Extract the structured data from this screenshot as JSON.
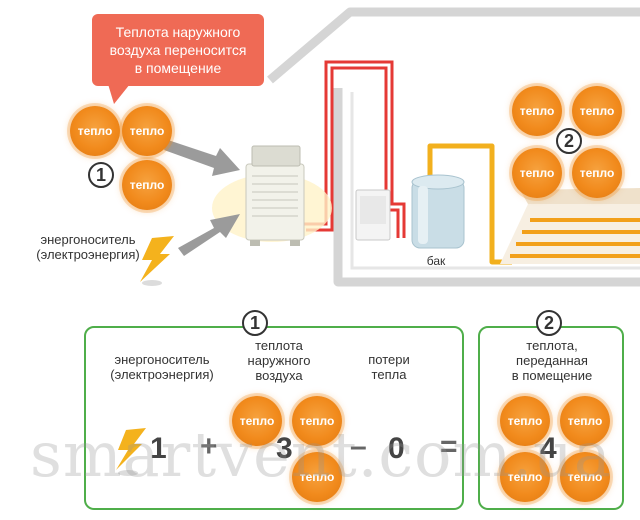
{
  "callout": {
    "text_line1": "Теплота наружного",
    "text_line2": "воздуха переносится",
    "text_line3": "в помещение"
  },
  "token_label": "тепло",
  "marker_1": "1",
  "marker_2": "2",
  "energy_label_line1": "энергоноситель",
  "energy_label_line2": "(электроэнергия)",
  "tank_label": "бак",
  "equation": {
    "col_energy_line1": "энергоноситель",
    "col_energy_line2": "(электроэнергия)",
    "col_outdoor_line1": "теплота",
    "col_outdoor_line2": "наружного",
    "col_outdoor_line3": "воздуха",
    "col_loss_line1": "потери",
    "col_loss_line2": "тепла",
    "col_result_line1": "теплота,",
    "col_result_line2": "переданная",
    "col_result_line3": "в помещение",
    "value_energy": "1",
    "op_plus": "+",
    "value_outdoor": "3",
    "op_minus": "–",
    "value_loss": "0",
    "op_equals": "=",
    "value_result": "4"
  },
  "watermark": "smartvent.com.ua",
  "colors": {
    "heat": "#f18a1c",
    "callout": "#ef6a55",
    "frame_green": "#4fae4a",
    "pipe_red": "#e53935",
    "pipe_yellow": "#f2b01e"
  }
}
